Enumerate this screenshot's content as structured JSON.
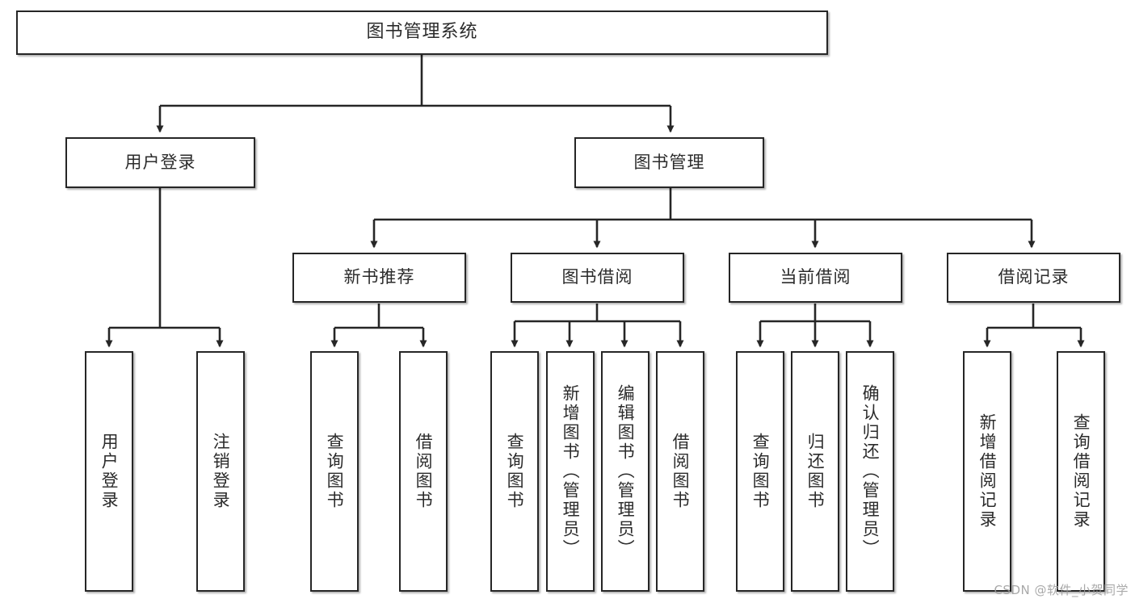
{
  "diagram": {
    "title": "图书管理系统",
    "watermark": "CSDN @软件_小贺同学",
    "line_color": "#262626",
    "box_border_color": "#262626",
    "box_fill": "#ffffff",
    "text_color": "#2b2b2b",
    "levels": {
      "level1": [
        {
          "id": "root",
          "label": "图书管理系统"
        }
      ],
      "level2": [
        {
          "id": "user-login",
          "label": "用户登录"
        },
        {
          "id": "book-manage",
          "label": "图书管理"
        }
      ],
      "level3": [
        {
          "id": "new-book-recommend",
          "label": "新书推荐"
        },
        {
          "id": "book-borrow",
          "label": "图书借阅"
        },
        {
          "id": "current-borrow",
          "label": "当前借阅"
        },
        {
          "id": "borrow-record",
          "label": "借阅记录"
        }
      ],
      "level4": [
        {
          "id": "leaf-user-login",
          "label": "用户登录",
          "parent": "user-login"
        },
        {
          "id": "leaf-logout",
          "label": "注销登录",
          "parent": "user-login"
        },
        {
          "id": "leaf-query-book-1",
          "label": "查询图书",
          "parent": "new-book-recommend"
        },
        {
          "id": "leaf-borrow-book-1",
          "label": "借阅图书",
          "parent": "new-book-recommend"
        },
        {
          "id": "leaf-query-book-2",
          "label": "查询图书",
          "parent": "book-borrow"
        },
        {
          "id": "leaf-add-book",
          "label": "新增图书（管理员）",
          "parent": "book-borrow"
        },
        {
          "id": "leaf-edit-book",
          "label": "编辑图书（管理员）",
          "parent": "book-borrow"
        },
        {
          "id": "leaf-borrow-book-2",
          "label": "借阅图书",
          "parent": "book-borrow"
        },
        {
          "id": "leaf-query-book-3",
          "label": "查询图书",
          "parent": "current-borrow"
        },
        {
          "id": "leaf-return-book",
          "label": "归还图书",
          "parent": "current-borrow"
        },
        {
          "id": "leaf-confirm-return",
          "label": "确认归还（管理员）",
          "parent": "current-borrow"
        },
        {
          "id": "leaf-add-record",
          "label": "新增借阅记录",
          "parent": "borrow-record"
        },
        {
          "id": "leaf-query-record",
          "label": "查询借阅记录",
          "parent": "borrow-record"
        }
      ]
    }
  }
}
